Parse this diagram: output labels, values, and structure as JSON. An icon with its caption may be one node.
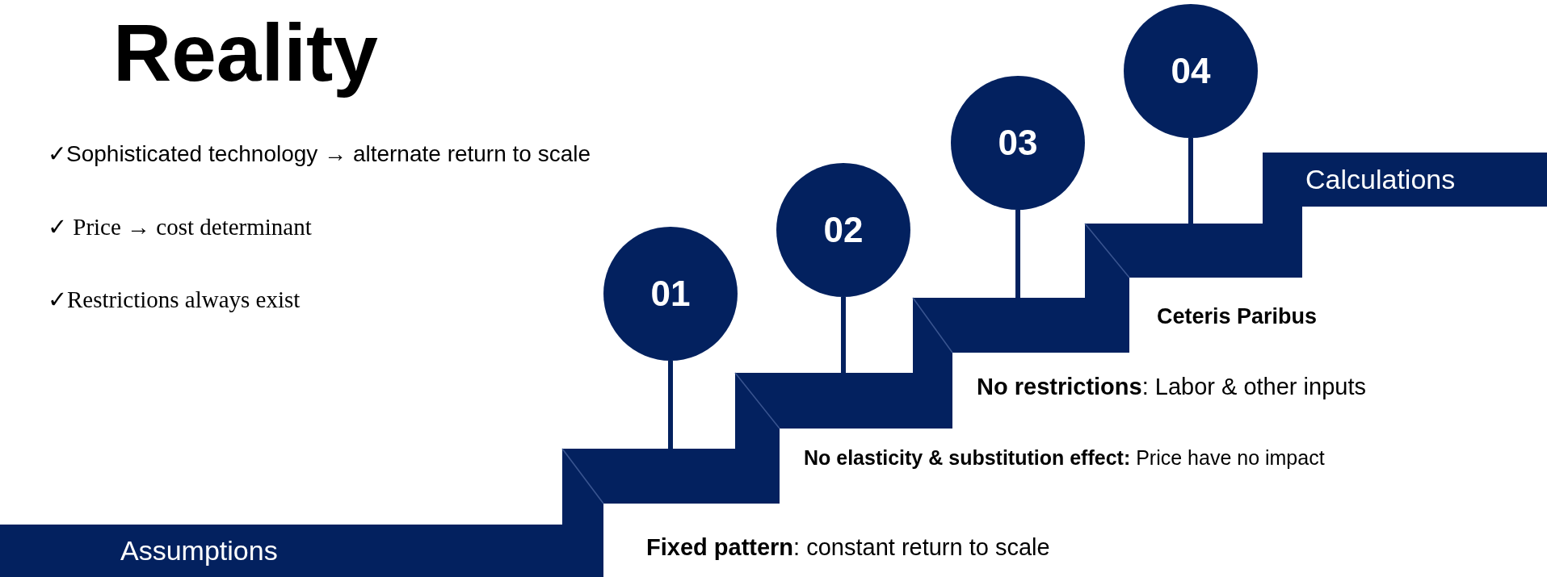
{
  "diagram": {
    "title": "Reality",
    "nodes": [
      {
        "text": [
          "Assumptions"
        ]
      },
      {
        "text": [
          "01"
        ]
      },
      {
        "text": [
          "02"
        ]
      },
      {
        "text": [
          "03"
        ]
      },
      {
        "text": [
          "04"
        ]
      },
      {
        "text": [
          "Calculations"
        ]
      }
    ],
    "edges": [
      {
        "from": 1,
        "to": null,
        "arrow": "none"
      },
      {
        "from": 2,
        "to": null,
        "arrow": "none"
      },
      {
        "from": 3,
        "to": null,
        "arrow": "none"
      },
      {
        "from": 4,
        "to": null,
        "arrow": "none"
      }
    ],
    "labels": [
      "✓Sophisticated technology → alternate return to scale",
      "✓ Price → cost determinant",
      "✓Restrictions always exist",
      "Ceteris Paribus",
      "**No restrictions**: Labor & other inputs",
      "**No elasticity & substitution effect:** Price have no impact",
      "**Fixed pattern**: constant return to scale"
    ]
  }
}
